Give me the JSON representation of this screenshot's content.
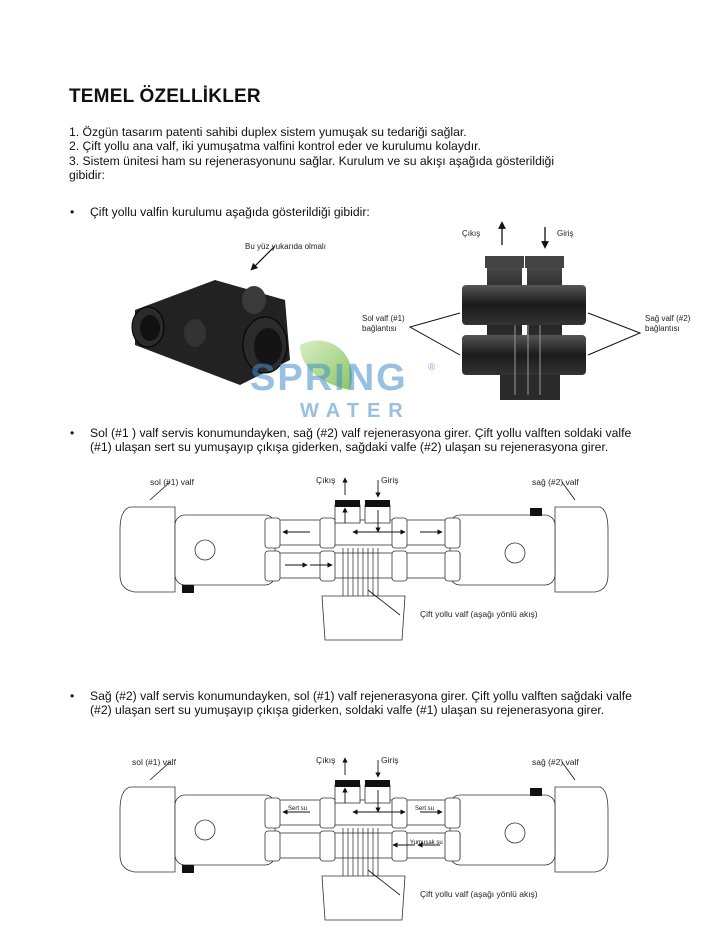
{
  "title": "TEMEL ÖZELLİKLER",
  "features": [
    "1. Özgün tasarım patenti sahibi duplex sistem yumuşak su tedariği sağlar.",
    "2. Çift yollu ana valf, iki yumuşatma valfini kontrol eder ve kurulumu kolaydır.",
    "3. Sistem ünitesi ham su rejenerasyonunu sağlar. Kurulum ve su akışı aşağıda gösterildiği",
    "gibidir:"
  ],
  "bullets": [
    {
      "line1": "Çift yollu valfin kurulumu aşağıda gösterildiği gibidir:"
    },
    {
      "line1": "Sol (#1 ) valf servis konumundayken, sağ (#2) valf rejenerasyona girer. Çift yollu valften soldaki valfe",
      "line2": "(#1) ulaşan sert su yumuşayıp çıkışa giderken, sağdaki valfe (#2) ulaşan su rejenerasyona girer."
    },
    {
      "line1": "Sağ (#2) valf servis konumundayken, sol (#1) valf rejenerasyona girer. Çift yollu valften sağdaki valfe",
      "line2": "(#2) ulaşan sert su yumuşayıp çıkışa giderken, soldaki valfe (#1) ulaşan su rejenerasyona girer."
    }
  ],
  "bullet_symbol": "•",
  "figure1": {
    "top_face_label": "Bu yüz yukarıda olmalı",
    "outlet": "Çıkış",
    "inlet": "Giriş",
    "left_conn_1": "Sol valf (#1)",
    "left_conn_2": "bağlantısı",
    "right_conn_1": "Sağ valf (#2)",
    "right_conn_2": "bağlantısı"
  },
  "figure2": {
    "left_valve": "sol (#1) valf",
    "right_valve": "sağ (#2) valf",
    "outlet": "Çıkış",
    "inlet": "Giriş",
    "center_valve": "Çift yollu valf (aşağı yönlü akış)"
  },
  "figure3": {
    "left_valve": "sol (#1) valf",
    "right_valve": "sağ (#2) valf",
    "outlet": "Çıkış",
    "inlet": "Giriş",
    "center_valve": "Çift yollu valf (aşağı yönlü akış)",
    "hard_water_left": "Sert su",
    "hard_water_right": "Sert su",
    "soft_water": "Yumuşak su"
  },
  "watermark": {
    "line1": "SPRING",
    "line2": "WATER",
    "mark": "®",
    "leaf_color": "#7cc04a",
    "text_color": "#468cc8"
  }
}
